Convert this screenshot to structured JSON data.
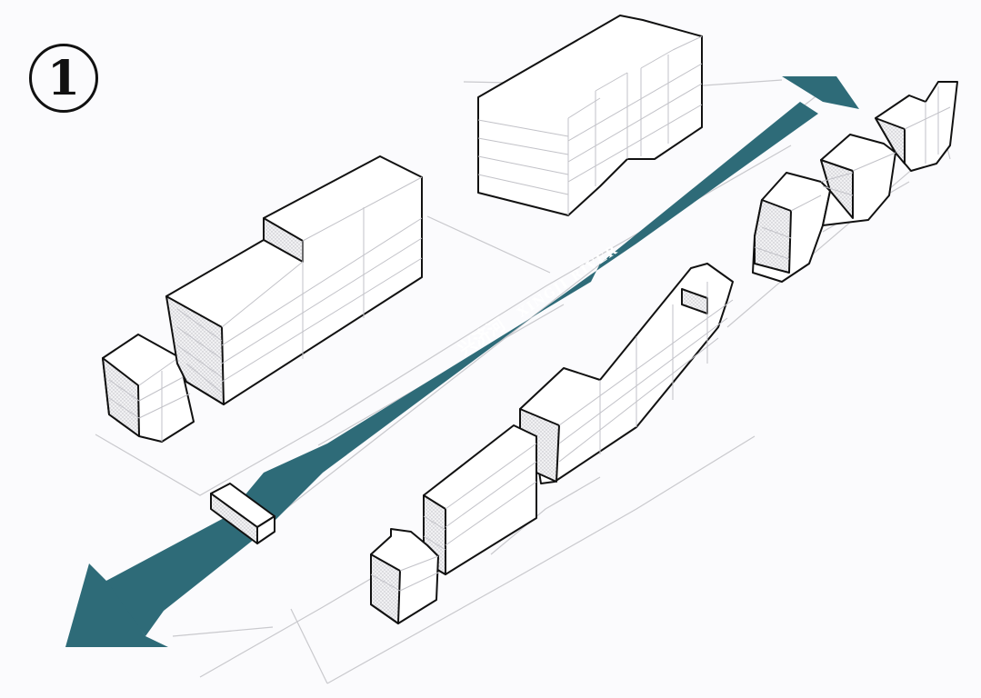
{
  "step_number": "1",
  "river": {
    "label_cn": "兴济河",
    "label_en": "XINGJI RIVER",
    "color": "#2e6b78"
  },
  "colors": {
    "background": "#fbfbfd",
    "building_face": "#ffffff",
    "building_outline": "#111111",
    "hatch_face": "#e6e6e8",
    "ground_line": "#c9c9cd"
  }
}
